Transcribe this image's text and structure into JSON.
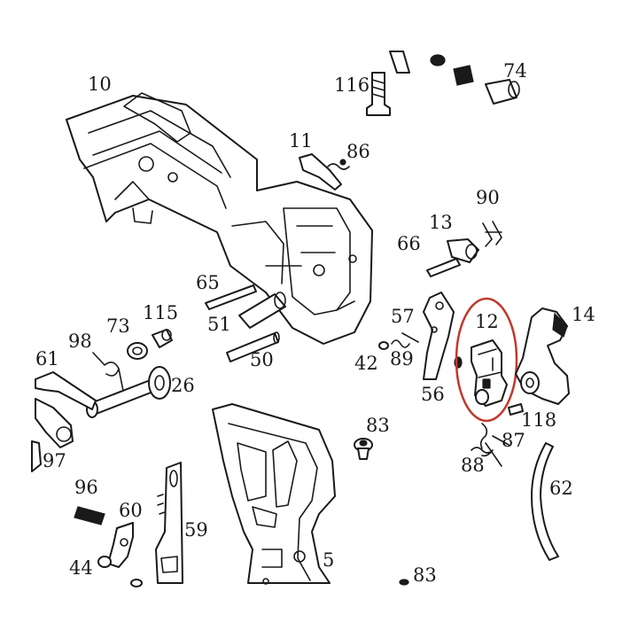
{
  "diagram": {
    "highlight_color": "#c0392b",
    "line_color": "#1a1a1a",
    "labels": {
      "l10": "10",
      "l116": "116",
      "l74": "74",
      "l11": "11",
      "l86": "86",
      "l90": "90",
      "l13": "13",
      "l66": "66",
      "l65": "65",
      "l51": "51",
      "l50": "50",
      "l115": "115",
      "l73": "73",
      "l98": "98",
      "l61": "61",
      "l26": "26",
      "l57": "57",
      "l42": "42",
      "l89": "89",
      "l56": "56",
      "l12": "12",
      "l14": "14",
      "l118": "118",
      "l87": "87",
      "l88": "88",
      "l83a": "83",
      "l62": "62",
      "l96": "96",
      "l60": "60",
      "l59": "59",
      "l44": "44",
      "l5": "5",
      "l97": "97",
      "l83b": "83"
    }
  }
}
